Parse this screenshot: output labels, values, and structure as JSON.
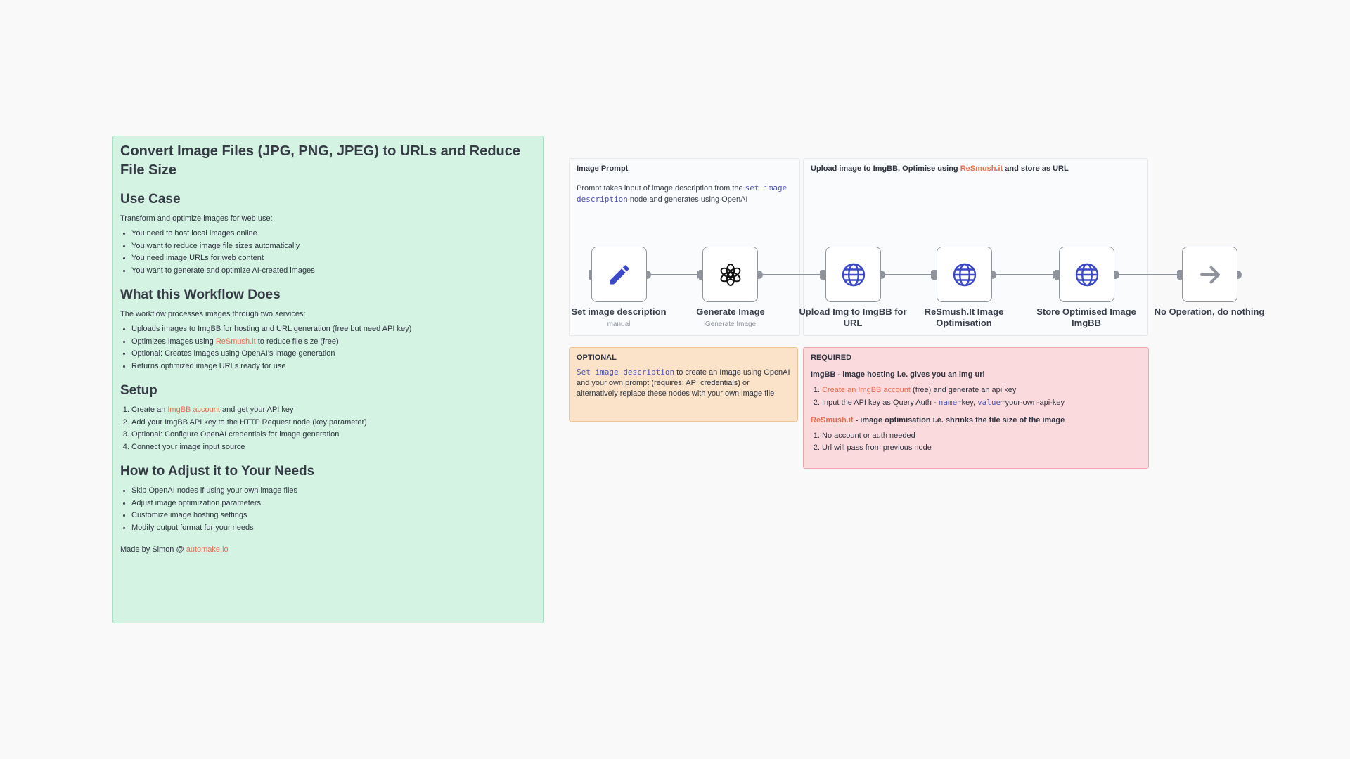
{
  "main_note": {
    "title": "Convert Image Files (JPG, PNG, JPEG) to URLs and Reduce File Size",
    "use_case": {
      "heading": "Use Case",
      "intro": "Transform and optimize images for web use:",
      "items": [
        "You need to host local images online",
        "You want to reduce image file sizes automatically",
        "You need image URLs for web content",
        "You want to generate and optimize AI-created images"
      ]
    },
    "what": {
      "heading": "What this Workflow Does",
      "intro": "The workflow processes images through two services:",
      "item1": "Uploads images to ImgBB for hosting and URL generation (free but need API key)",
      "item2_pre": "Optimizes images using ",
      "item2_link": "ReSmush.it",
      "item2_post": " to reduce file size (free)",
      "item3": "Optional: Creates images using OpenAI's image generation",
      "item4": "Returns optimized image URLs ready for use"
    },
    "setup": {
      "heading": "Setup",
      "item1_pre": "Create an ",
      "item1_link": "ImgBB account",
      "item1_post": " and get your API key",
      "item2": "Add your ImgBB API key to the HTTP Request node (key parameter)",
      "item3": "Optional: Configure OpenAI credentials for image generation",
      "item4": "Connect your image input source"
    },
    "adjust": {
      "heading": "How to Adjust it to Your Needs",
      "items": [
        "Skip OpenAI nodes if using your own image files",
        "Adjust image optimization parameters",
        "Customize image hosting settings",
        "Modify output format for your needs"
      ]
    },
    "credit_pre": "Made by Simon @ ",
    "credit_link": "automake.io"
  },
  "prompt_frame": {
    "title": "Image Prompt",
    "desc_pre": "Prompt takes input of image description from the ",
    "desc_code": "set image description",
    "desc_post": " node and generates using OpenAI"
  },
  "upload_frame": {
    "title_pre": "Upload image to ImgBB, Optimise using ",
    "title_link": "ReSmush.it",
    "title_post": " and store as URL"
  },
  "optional_note": {
    "header": "OPTIONAL",
    "code": "Set image description",
    "text": " to create an Image using OpenAI and your own prompt (requires: API credentials) or alternatively replace these nodes with your own image file"
  },
  "required_note": {
    "header": "REQUIRED",
    "imgbb_title": "ImgBB - image hosting i.e. gives you an img url",
    "imgbb_item1_link": "Create an ImgBB account",
    "imgbb_item1_post": " (free) and generate an api key",
    "imgbb_item2_pre": "Input the API key as Query Auth - ",
    "imgbb_item2_code1": "name",
    "imgbb_item2_mid": "=key, ",
    "imgbb_item2_code2": "value",
    "imgbb_item2_post": "=your-own-api-key",
    "resmush_link": "ReSmush.it",
    "resmush_title": " - image optimisation i.e. shrinks the file size of the image",
    "resmush_items": [
      "No account or auth needed",
      "Url will pass from previous node"
    ]
  },
  "nodes": [
    {
      "label": "Set image description",
      "sub": "manual",
      "icon": "pencil-icon"
    },
    {
      "label": "Generate Image",
      "sub": "Generate Image",
      "icon": "openai-icon"
    },
    {
      "label": "Upload Img to ImgBB for URL",
      "icon": "globe-icon"
    },
    {
      "label": "ReSmush.It Image Optimisation",
      "icon": "globe-icon"
    },
    {
      "label": "Store Optimised Image ImgBB",
      "icon": "globe-icon"
    },
    {
      "label": "No Operation, do nothing",
      "icon": "arrow-right-icon"
    }
  ],
  "colors": {
    "accent_link": "#ea6d4e",
    "icon_blue": "#3b48c8",
    "connector": "#8f939c"
  }
}
